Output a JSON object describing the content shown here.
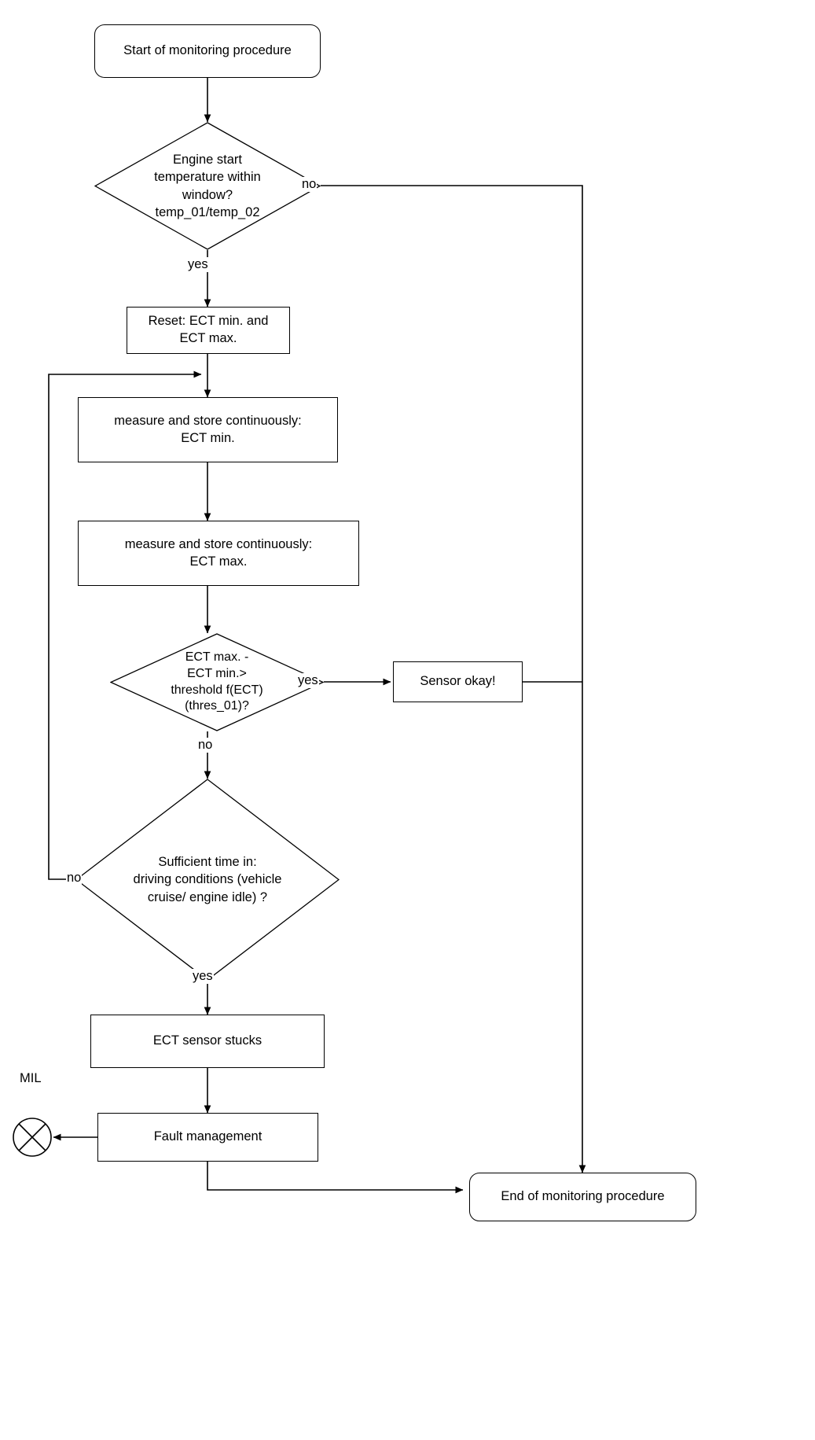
{
  "diagram": {
    "title": "ECT sensor stuck monitoring procedure flowchart",
    "stroke_color": "#000000",
    "fill_color": "#ffffff",
    "nodes": {
      "start": {
        "label": "Start of monitoring procedure",
        "shape": "terminator"
      },
      "decision_temp_window": {
        "label": "Engine start\ntemperature within\nwindow?\ntemp_01/temp_02",
        "shape": "decision"
      },
      "reset": {
        "label": "Reset: ECT min. and\nECT max.",
        "shape": "process"
      },
      "measure_min": {
        "label": "measure and store continuously:\nECT min.",
        "shape": "process"
      },
      "measure_max": {
        "label": "measure and store continuously:\nECT max.",
        "shape": "process"
      },
      "decision_threshold": {
        "label": "ECT max. -\nECT min.>\nthreshold f(ECT)\n(thres_01)?",
        "shape": "decision"
      },
      "sensor_okay": {
        "label": "Sensor okay!",
        "shape": "process"
      },
      "decision_sufficient_time": {
        "label": "Sufficient time in:\ndriving conditions (vehicle\ncruise/ engine idle) ?",
        "shape": "decision"
      },
      "ect_sensor_stucks": {
        "label": "ECT sensor stucks",
        "shape": "process"
      },
      "fault_management": {
        "label": "Fault management",
        "shape": "process"
      },
      "mil": {
        "label": "MIL",
        "shape": "lamp"
      },
      "end": {
        "label": "End of monitoring procedure",
        "shape": "terminator"
      }
    },
    "edge_labels": {
      "temp_window_no": "no",
      "temp_window_yes": "yes",
      "threshold_yes": "yes",
      "threshold_no": "no",
      "sufficient_time_no": "no",
      "sufficient_time_yes": "yes"
    }
  }
}
